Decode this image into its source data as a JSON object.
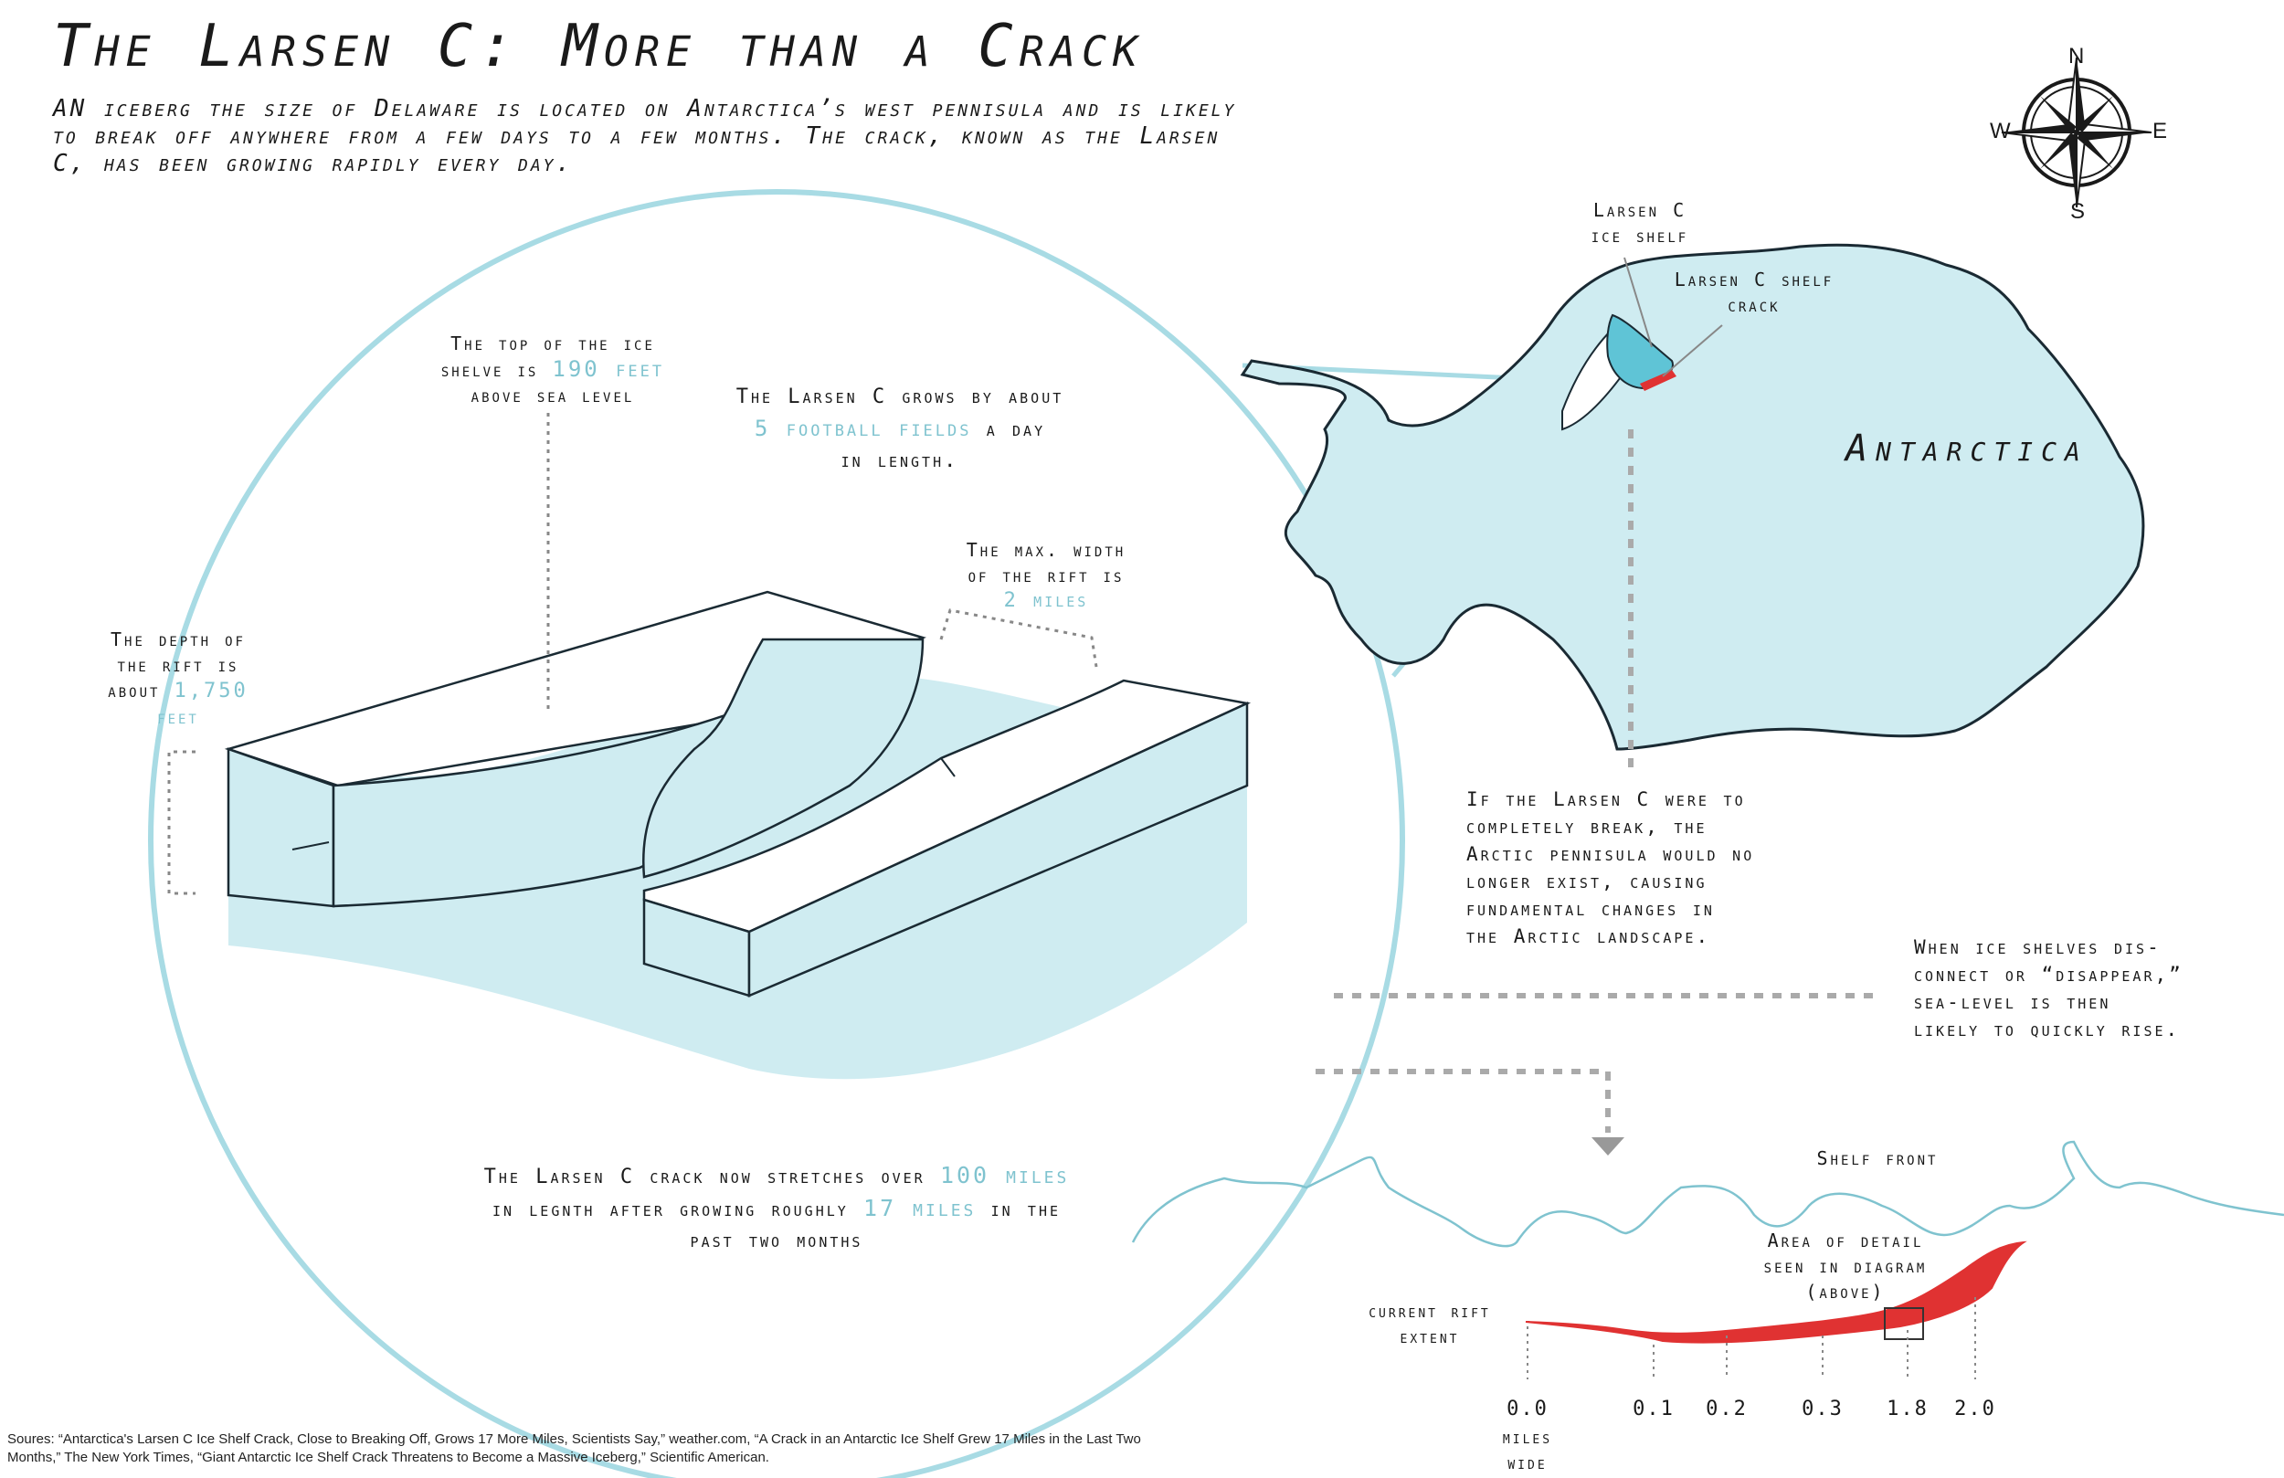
{
  "title": "The Larsen C: More than a Crack",
  "intro": "AN iceberg the size of Delaware is located on Antarctica’s west pennisula and is likely to break off anywhere from a few days to a few months. The crack, known as the Larsen C, has been growing rapidly every day.",
  "compass": {
    "n": "N",
    "s": "S",
    "e": "E",
    "w": "W"
  },
  "colors": {
    "ice": "#cfecf1",
    "ice_stroke": "#8fd0dc",
    "highlight": "#7fc3cf",
    "crack": "#e03232",
    "shelf": "#a8dbe4"
  },
  "map": {
    "continent_label": "Antarctica",
    "shelf_label_line1": "Larsen C",
    "shelf_label_line2": "ice shelf",
    "crack_label_line1": "Larsen C shelf",
    "crack_label_line2": "crack"
  },
  "diagram": {
    "top_line1": "The top of the ice",
    "top_line2_pre": "shelve is ",
    "top_value": "190 feet",
    "top_line3": "above sea level",
    "grow_line1": "The Larsen C grows by about",
    "grow_value": "5 football fields",
    "grow_line2_post": " a day",
    "grow_line3": "in length.",
    "width_line1": "The max. width",
    "width_line2": "of the rift is",
    "width_value": "2 miles",
    "depth_line1": "The depth of",
    "depth_line2": "the rift is",
    "depth_line3_pre": "about ",
    "depth_value": "1,750",
    "depth_line4": "feet",
    "stretch_pre": "The Larsen C crack now stretches over ",
    "stretch_value1": "100 miles",
    "stretch_mid": "in legnth after growing roughly ",
    "stretch_value2": "17 miles",
    "stretch_post": " in the",
    "stretch_line3": "past two months"
  },
  "notes": {
    "break_lines": [
      "If the Larsen C were to",
      "completely break, the",
      "Arctic pennisula would no",
      "longer exist, causing",
      "fundamental changes in",
      "the Arctic landscape."
    ],
    "sea_lines": [
      "When ice shelves dis-",
      "connect or “disappear,”",
      "sea-level is then",
      "likely to quickly rise."
    ]
  },
  "profile": {
    "shelf_front": "Shelf front",
    "detail_lines": [
      "Area of detail",
      "seen in diagram",
      "(above)"
    ],
    "rift_lines": [
      "current rift",
      "extent"
    ],
    "ticks": [
      "0.0",
      "0.1",
      "0.2",
      "0.3",
      "1.8",
      "2.0"
    ],
    "unit_lines": [
      "miles",
      "wide"
    ]
  },
  "sources": "Soures: “Antarctica's Larsen C Ice Shelf Crack, Close to Breaking Off, Grows 17 More Miles, Scientists Say,” weather.com, “A Crack in an Antarctic Ice Shelf Grew 17 Miles in the Last Two Months,” The New York Times, “Giant Antarctic Ice Shelf Crack Threatens to Become a Massive Iceberg,” Scientific American."
}
